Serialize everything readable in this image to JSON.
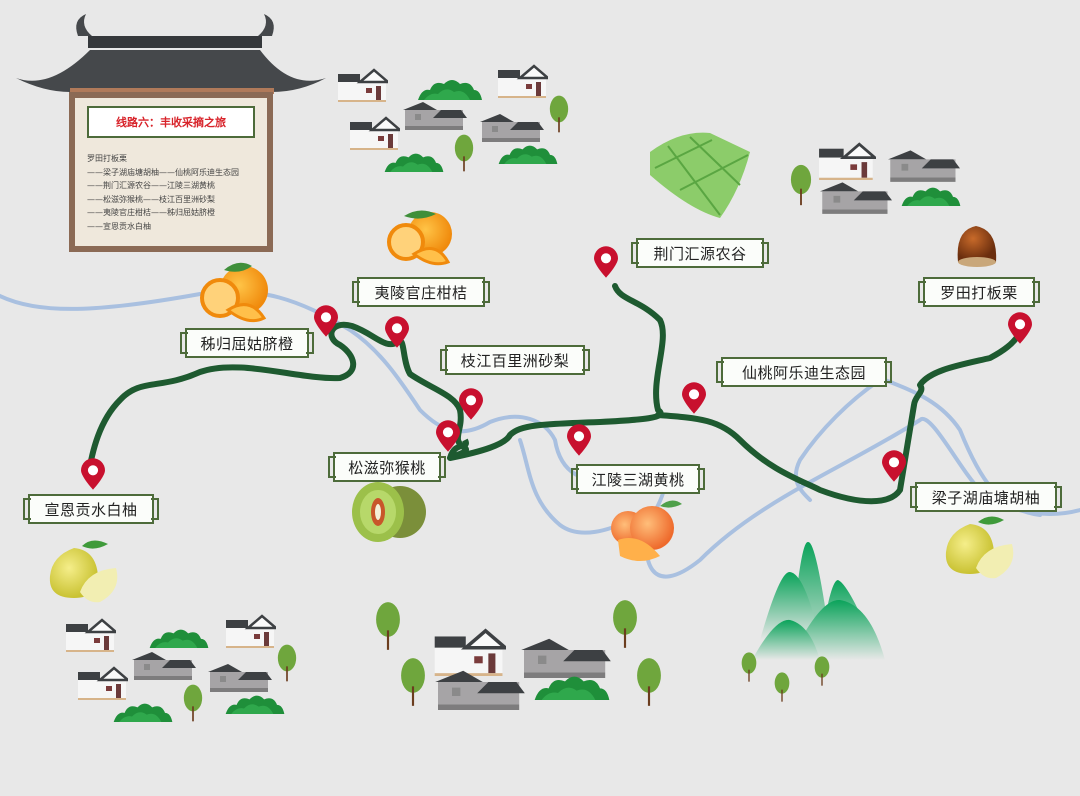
{
  "legend_board": {
    "title": "线路六：丰收采摘之旅",
    "route_lines": [
      "罗田打板栗",
      "——梁子湖庙塘胡柚——仙桃阿乐迪生态园",
      "——荆门汇源农谷——江陵三湖黄桃",
      "——松滋弥猴桃——枝江百里洲砂梨",
      "——夷陵官庄柑桔——秭归屈姑脐橙",
      "——宣恩贡水白柚"
    ]
  },
  "locations": [
    {
      "name": "罗田打板栗",
      "product_icon": "chestnut-icon"
    },
    {
      "name": "梁子湖庙塘胡柚",
      "product_icon": "pomelo-icon"
    },
    {
      "name": "仙桃阿乐迪生态园",
      "product_icon": "map-pin-icon"
    },
    {
      "name": "荆门汇源农谷",
      "product_icon": "rice-field-icon"
    },
    {
      "name": "江陵三湖黄桃",
      "product_icon": "peach-icon"
    },
    {
      "name": "松滋弥猴桃",
      "product_icon": "kiwi-icon"
    },
    {
      "name": "枝江百里洲砂梨",
      "product_icon": "map-pin-icon"
    },
    {
      "name": "夷陵官庄柑桔",
      "product_icon": "orange-icon"
    },
    {
      "name": "秭归屈姑脐橙",
      "product_icon": "orange-icon"
    },
    {
      "name": "宣恩贡水白柚",
      "product_icon": "pomelo-icon"
    }
  ],
  "colors": {
    "background": "#e8e8e8",
    "route": "#1e5a30",
    "river": "#a9c0e0",
    "pin": "#c8102e",
    "label_border": "#4d6b3a",
    "board_title": "#d8232a",
    "roof": "#3d4043"
  }
}
